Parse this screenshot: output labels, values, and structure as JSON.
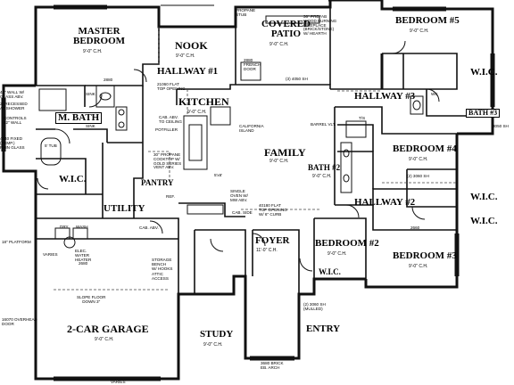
{
  "rooms": {
    "master_bedroom": {
      "name": "MASTER\nBEDROOM",
      "ceiling": "9'-0\" C.H."
    },
    "nook": {
      "name": "NOOK",
      "ceiling": "9'-0\" C.H."
    },
    "covered_patio": {
      "name": "COVERED\nPATIO",
      "ceiling": "9'-0\" C.H."
    },
    "bedroom5": {
      "name": "BEDROOM #5",
      "ceiling": "9'-0\" C.H."
    },
    "hallway1": {
      "name": "HALLWAY #1"
    },
    "hallway2": {
      "name": "HALLWAY #2"
    },
    "hallway3": {
      "name": "HALLWAY #3"
    },
    "kitchen": {
      "name": "KITCHEN",
      "ceiling": "9'-0\" C.H."
    },
    "m_bath": {
      "name": "M. BATH"
    },
    "wic_master": {
      "name": "W.I.C."
    },
    "wic_5": {
      "name": "W.I.C."
    },
    "wic_4": {
      "name": "W.I.C."
    },
    "wic_3": {
      "name": "W.I.C."
    },
    "wic_2": {
      "name": "W.I.C."
    },
    "bath3": {
      "name": "BATH #3"
    },
    "bedroom4": {
      "name": "BEDROOM #4",
      "ceiling": "9'-0\" C.H."
    },
    "family": {
      "name": "FAMILY",
      "ceiling": "9'-0\" C.H."
    },
    "bath2": {
      "name": "BATH #2",
      "ceiling": "9'-0\" C.H."
    },
    "pantry": {
      "name": "PANTRY"
    },
    "utility": {
      "name": "UTILITY"
    },
    "foyer": {
      "name": "FOYER",
      "ceiling": "11'-0\" C.H."
    },
    "bedroom2": {
      "name": "BEDROOM #2",
      "ceiling": "9'-0\" C.H."
    },
    "bedroom3": {
      "name": "BEDROOM #3",
      "ceiling": "9'-0\" C.H."
    },
    "study": {
      "name": "STUDY",
      "ceiling": "9'-0\" C.H."
    },
    "garage": {
      "name": "2-CAR GARAGE",
      "ceiling": "9'-0\" C.H."
    },
    "entry": {
      "name": "ENTRY"
    }
  },
  "notes": {
    "propane_stub": "PROPANE\nSTUB",
    "fireplace": "36\" PREFAB\nWOOD BURNING\nFIREPLACE\n(BRICK/STONE)\nW/ HEARTH",
    "patio_door": "(3) 4050 SH",
    "french_door": "2880\nFRENCH\nDOOR",
    "flat_top_1": "21060 FLAT\nTOP OPENING",
    "ceiling_notes": "CAB. ABV.\nTO CEILING",
    "potfiller": "POTFILLER",
    "propane_cooktop": "30\" PROPANE\nCOOKTOP W/\nGOLD SERIES\nVENT ABV.",
    "california_island": "CALIFORNIA\nISLAND",
    "island_size": "5'x6'",
    "barrel_vlt": "BARREL VLT.",
    "single_oven": "SINGLE\nOVEN W/\nMW ABV.",
    "cab_side": "CAB. SIDE",
    "ref": "REF.",
    "flat_top_foyer": "40180 FLAT\nTOP OPENING\nW/ 6\" CURB",
    "water_heater": "ELEC.\nWATER\nHEATER",
    "storage_bench": "STORAGE\nBENCH\nW/ HOOKS",
    "attic_access": "ATTIC\nACCESS",
    "platform": "18\" PLATFORM",
    "slope_floor": "SLOPE FLOOR\nDOWN 3\"",
    "overhead_door": "16070 OVERHEAD\nDOOR",
    "entry_window": "(2) 3060 SH\n(MULLED)",
    "entry_door": "3680 BRICK\nEB. ARCH",
    "varies_1": "VARIES",
    "varies_2": "VARIES",
    "tub": "5' TUB",
    "shower": "42\" WALL W/\nGLASS ABV.",
    "recessed": "2) RECESSED\nAT SHOWER",
    "controls": "CONTROLS\n42\" WALL",
    "fixed_glass": "4040 FIXED\n(TEMP.)\nRAIN GLASS",
    "dryer": "DRY",
    "washer": "WASH",
    "sink": "SINK",
    "sink2": "SINK",
    "wc": "WC",
    "tss": "T/S",
    "cab_abv": "CAB. ABV.",
    "window_3060": "(2) 3060 SH",
    "dim_2880": "2880",
    "dim_2680": "2680",
    "dim_2660": "2660",
    "dim_3050": "3050 SH"
  }
}
